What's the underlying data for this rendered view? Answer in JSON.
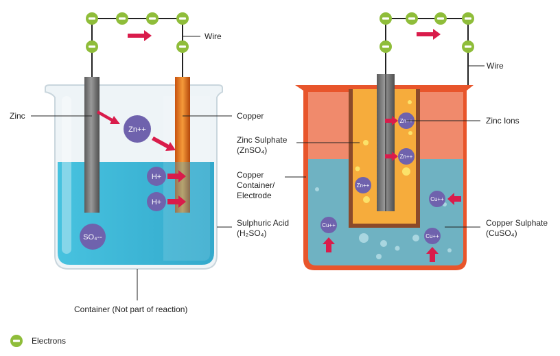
{
  "left_cell": {
    "labels": {
      "wire": "Wire",
      "zinc": "Zinc",
      "copper": "Copper",
      "acid": [
        "Sulphuric Acid",
        "(H₂SO₄)"
      ],
      "container": "Container (Not part of reaction)"
    },
    "ions": {
      "zinc_ion": "Zn++",
      "hydrogen_ion_1": "H+",
      "hydrogen_ion_2": "H+",
      "sulphate_ion": "SO₄--"
    }
  },
  "right_cell": {
    "labels": {
      "wire": "Wire",
      "zinc_ions": "Zinc Ions",
      "zinc_sulphate": [
        "Zinc Sulphate",
        "(ZnSO₄)"
      ],
      "copper_container": [
        "Copper",
        "Container/",
        "Electrode"
      ],
      "copper_sulphate": [
        "Copper Sulphate",
        "(CuSO₄)"
      ]
    },
    "ions": {
      "zinc_ion_1": "Zn++",
      "zinc_ion_2": "Zn++",
      "zinc_ion_3": "Zn++",
      "copper_ion_1": "Cu++",
      "copper_ion_2": "Cu++",
      "copper_ion_3": "Cu++"
    }
  },
  "legend": {
    "electrons": "Electrons"
  },
  "colors": {
    "electron": "#8fbd3a",
    "ion": "#6f62ad",
    "arrow": "#d91c4b",
    "acid": "#3fb8d6",
    "copper_container": "#e8552b",
    "copper_sulphate": "#6fb2c2",
    "zinc_sulphate": "#f6ac3c"
  },
  "icons": [
    "electron-minus-icon",
    "flow-arrow-icon"
  ]
}
